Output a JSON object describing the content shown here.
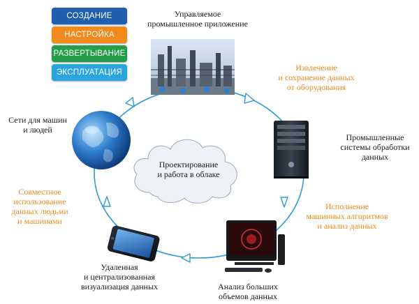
{
  "stages": [
    {
      "label": "СОЗДАНИЕ",
      "color": "#1f5fb0"
    },
    {
      "label": "НАСТРОЙКА",
      "color": "#f08a1c"
    },
    {
      "label": "РАЗВЕРТЫВАНИЕ",
      "color": "#26a048"
    },
    {
      "label": "ЭКСПЛУАТАЦИЯ",
      "color": "#2aa6dd"
    }
  ],
  "labels": {
    "managed_app": "Управляемое\nпромышленное приложение",
    "extract_store": "Извлечение\nи сохранение данных\nот оборудования",
    "industrial_systems": "Промышленные\nсистемы обработки\nданных",
    "machine_algorithms": "Исполнение\nмашинных алгоритмов\nи анализ данных",
    "big_data": "Анализ больших\nобъемов данных",
    "remote_viz": "Удаленная\nи централизованная\nвизуализация данных",
    "shared_use": "Совместное\nиспользование\nданных людьми\nи машинами",
    "networks": "Сети для машин\nи людей",
    "cloud": "Проектирование\nи работа в облаке"
  },
  "colors": {
    "cycle": "#2f9ad6",
    "accent_text": "#f08a1c",
    "cloud_fill": "#eef2f6",
    "cloud_stroke": "#9aa8b8"
  }
}
